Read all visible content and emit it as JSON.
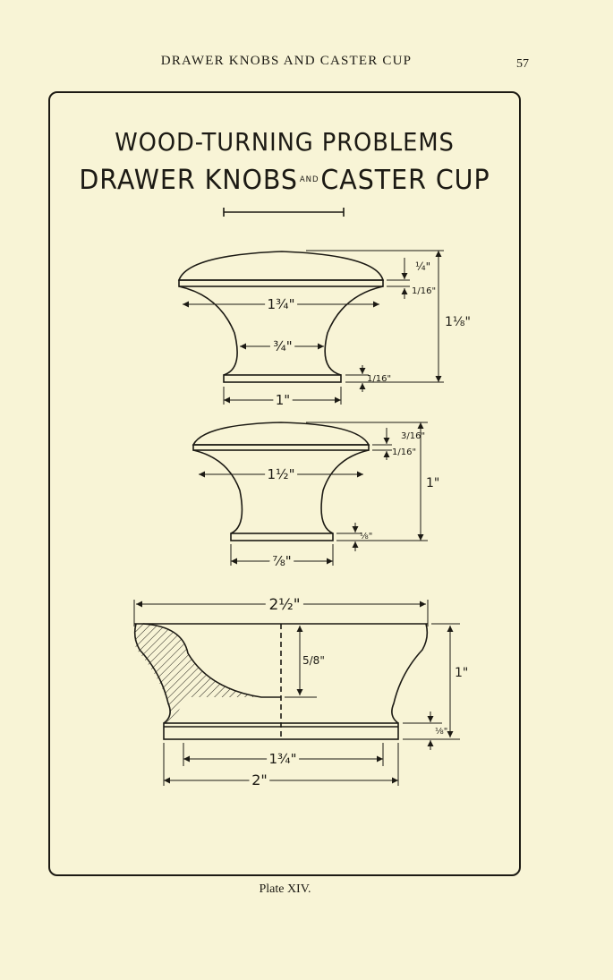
{
  "running_head": "DRAWER KNOBS AND CASTER CUP",
  "page_number": "57",
  "plate": {
    "title_line1": "WOOD-TURNING PROBLEMS",
    "title_line2_a": "DRAWER KNOBS",
    "title_line2_and": "AND",
    "title_line2_b": "CASTER CUP",
    "caption": "Plate XIV."
  },
  "knob_large": {
    "dim_top_diameter": "1¾\"",
    "dim_neck": "¾\"",
    "dim_base": "1\"",
    "dim_cap": "1/16\"",
    "dim_top": "¼\"",
    "dim_height": "1⅛\"",
    "dim_foot": "1/16\""
  },
  "knob_small": {
    "dim_top_diameter": "1½\"",
    "dim_base": "⅞\"",
    "dim_cap": "1/16\"",
    "dim_top": "3/16\"",
    "dim_height": "1\"",
    "dim_foot": "⅛\""
  },
  "caster_cup": {
    "dim_top_diameter": "2½\"",
    "dim_depth": "5/8\"",
    "dim_height": "1\"",
    "dim_foot": "⅛\"",
    "dim_inner": "1¾\"",
    "dim_base": "2\""
  }
}
